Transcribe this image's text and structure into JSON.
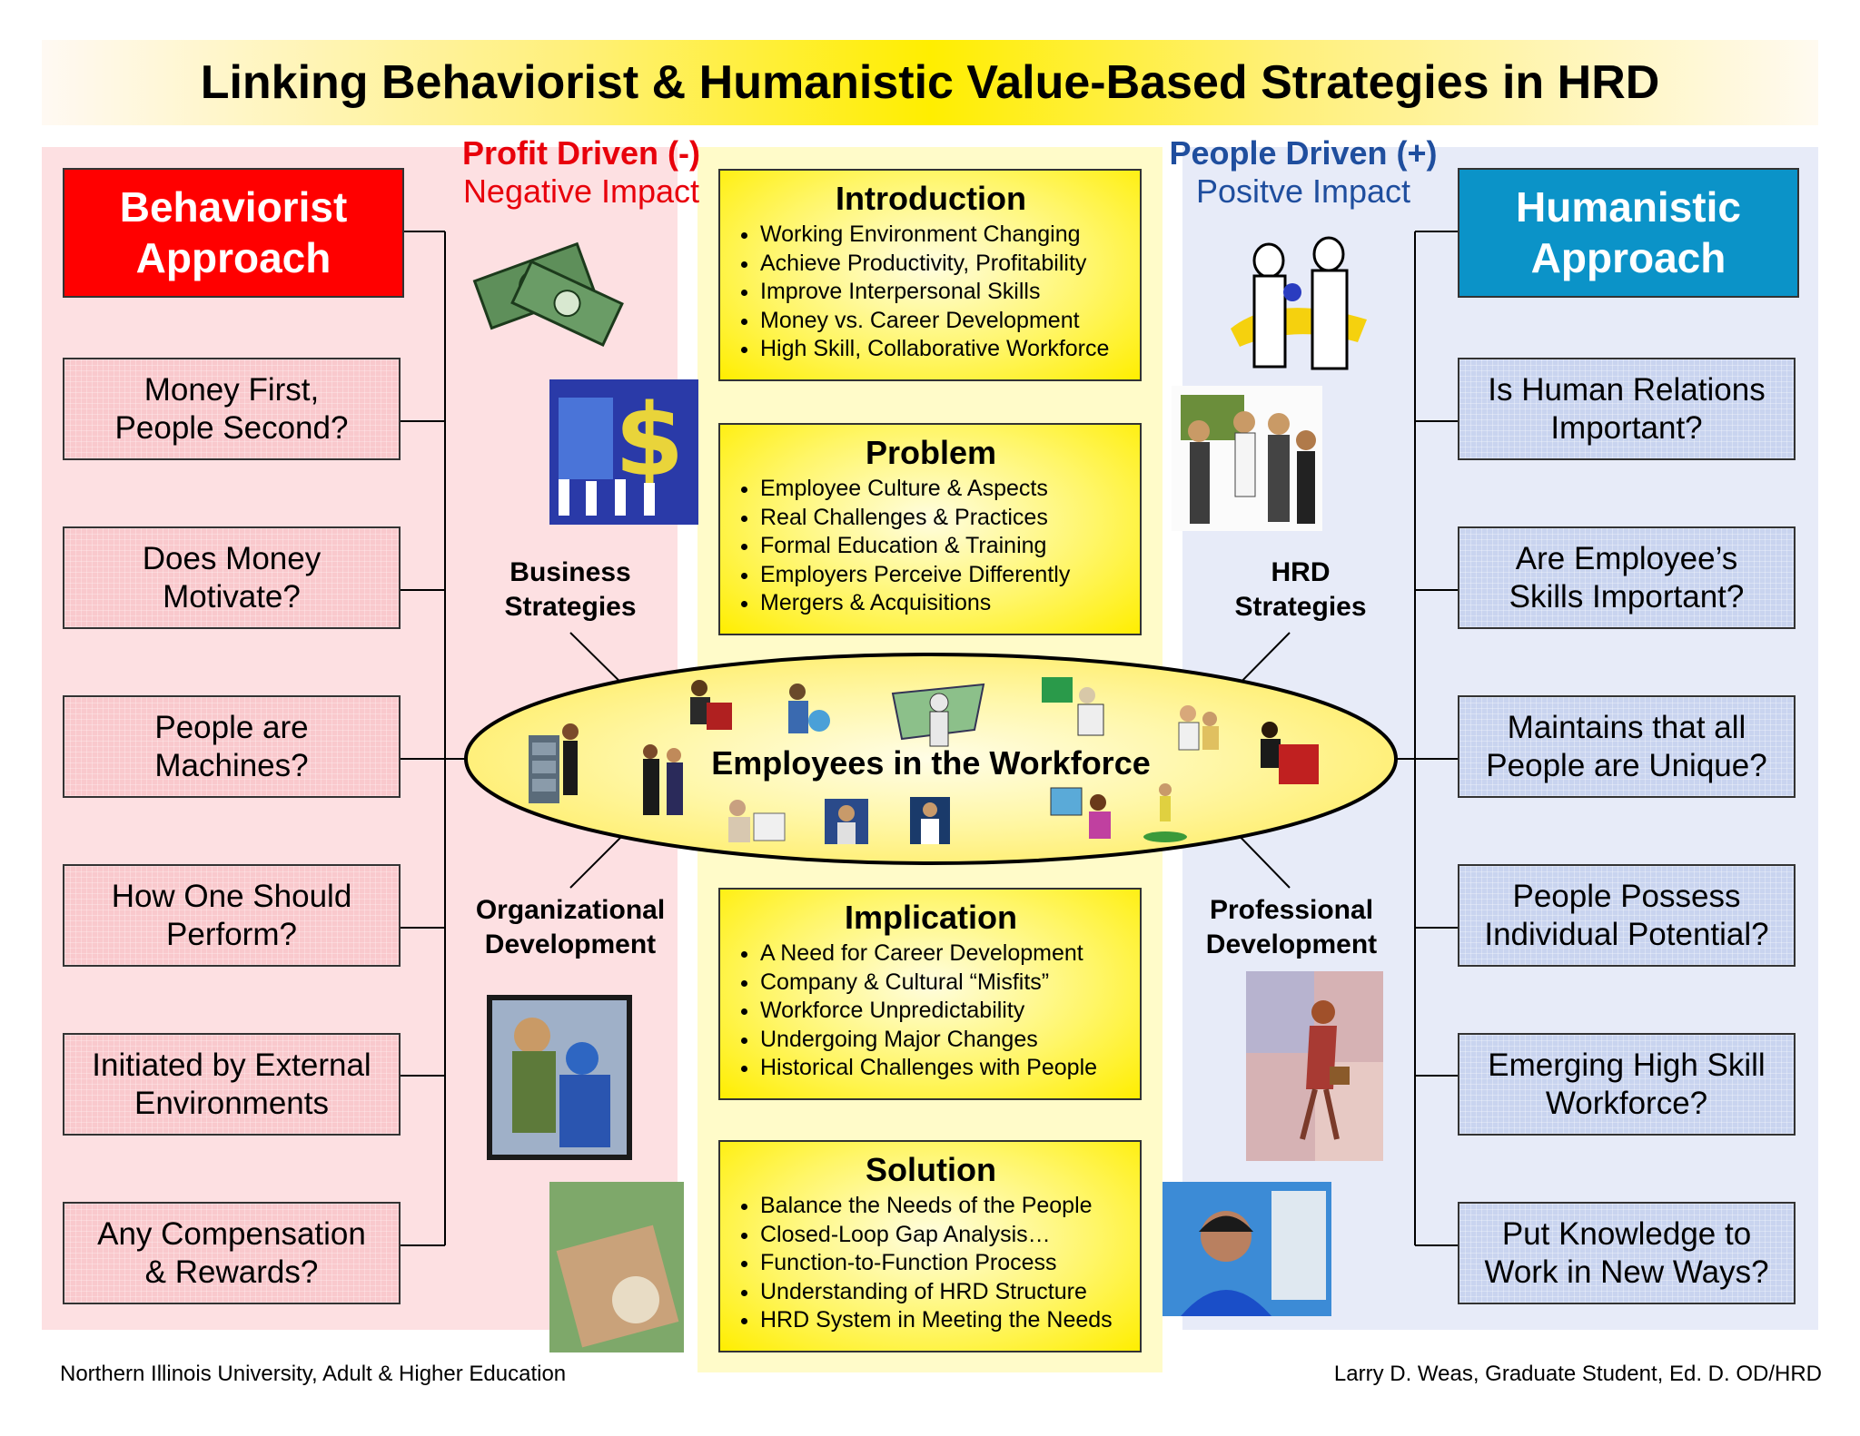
{
  "title": "Linking Behaviorist & Humanistic Value-Based Strategies in HRD",
  "left": {
    "heading": [
      "Behaviorist",
      "Approach"
    ],
    "driver_title": "Profit Driven (-)",
    "driver_subtitle": "Negative Impact",
    "questions": [
      [
        "Money First,",
        "People Second?"
      ],
      [
        "Does Money",
        "Motivate?"
      ],
      [
        "People are",
        "Machines?"
      ],
      [
        "How One Should",
        "Perform?"
      ],
      [
        "Initiated by External",
        "Environments"
      ],
      [
        "Any Compensation",
        "& Rewards?"
      ]
    ],
    "labels": {
      "business": [
        "Business",
        "Strategies"
      ],
      "org": [
        "Organizational",
        "Development"
      ]
    }
  },
  "right": {
    "heading": [
      "Humanistic",
      "Approach"
    ],
    "driver_title": "People Driven (+)",
    "driver_subtitle": "Positve Impact",
    "questions": [
      [
        "Is Human Relations",
        "Important?"
      ],
      [
        "Are Employee’s",
        "Skills Important?"
      ],
      [
        "Maintains that all",
        "People are Unique?"
      ],
      [
        "People Possess",
        "Individual Potential?"
      ],
      [
        "Emerging High Skill",
        "Workforce?"
      ],
      [
        "Put Knowledge to",
        "Work in New Ways?"
      ]
    ],
    "labels": {
      "hrd": [
        "HRD",
        "Strategies"
      ],
      "pro": [
        "Professional",
        "Development"
      ]
    }
  },
  "center": {
    "ellipse_label": "Employees in the Workforce",
    "boxes": [
      {
        "title": "Introduction",
        "items": [
          "Working Environment Changing",
          "Achieve Productivity, Profitability",
          "Improve Interpersonal Skills",
          "Money vs. Career Development",
          "High Skill, Collaborative Workforce"
        ]
      },
      {
        "title": "Problem",
        "items": [
          "Employee Culture & Aspects",
          "Real Challenges & Practices",
          "Formal Education & Training",
          "Employers Perceive Differently",
          "Mergers & Acquisitions"
        ]
      },
      {
        "title": "Implication",
        "items": [
          "A Need for Career Development",
          "Company & Cultural “Misfits”",
          "Workforce Unpredictability",
          "Undergoing Major Changes",
          "Historical Challenges with People"
        ]
      },
      {
        "title": "Solution",
        "items": [
          "Balance the Needs of the People",
          "Closed-Loop Gap Analysis…",
          "Function-to-Function Process",
          "Understanding of HRD Structure",
          "HRD System in Meeting the Needs"
        ]
      }
    ]
  },
  "footer": {
    "left": "Northern Illinois University, Adult & Higher Education",
    "right": "Larry D. Weas, Graduate Student, Ed. D. OD/HRD"
  },
  "colors": {
    "behaviorist": "#ff0000",
    "humanistic": "#0b93c8",
    "profit": "#e8000b",
    "people": "#1f4e9e"
  }
}
